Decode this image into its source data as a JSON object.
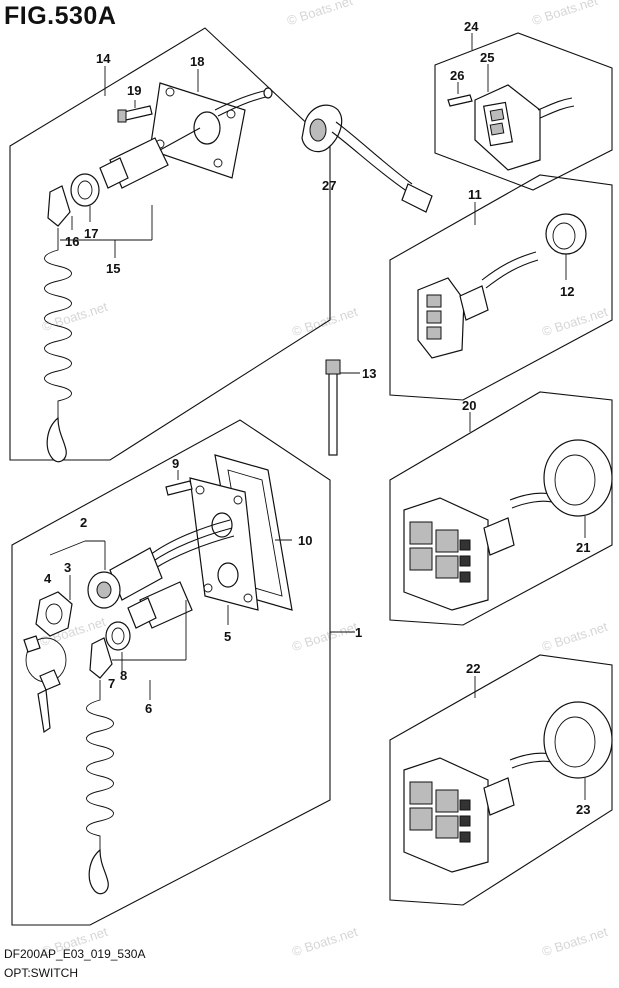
{
  "figure": {
    "title": "FIG.530A",
    "footer_code": "DF200AP_E03_019_530A",
    "footer_section": "OPT:SWITCH",
    "watermark": "© Boats.net"
  },
  "callouts": [
    {
      "id": "c1",
      "label": "1"
    },
    {
      "id": "c2",
      "label": "2"
    },
    {
      "id": "c3",
      "label": "3"
    },
    {
      "id": "c4",
      "label": "4"
    },
    {
      "id": "c5",
      "label": "5"
    },
    {
      "id": "c6",
      "label": "6"
    },
    {
      "id": "c7",
      "label": "7"
    },
    {
      "id": "c8",
      "label": "8"
    },
    {
      "id": "c9",
      "label": "9"
    },
    {
      "id": "c10",
      "label": "10"
    },
    {
      "id": "c11",
      "label": "11"
    },
    {
      "id": "c12",
      "label": "12"
    },
    {
      "id": "c13",
      "label": "13"
    },
    {
      "id": "c14",
      "label": "14"
    },
    {
      "id": "c15",
      "label": "15"
    },
    {
      "id": "c16",
      "label": "16"
    },
    {
      "id": "c17",
      "label": "17"
    },
    {
      "id": "c18",
      "label": "18"
    },
    {
      "id": "c19",
      "label": "19"
    },
    {
      "id": "c20",
      "label": "20"
    },
    {
      "id": "c21",
      "label": "21"
    },
    {
      "id": "c22",
      "label": "22"
    },
    {
      "id": "c23",
      "label": "23"
    },
    {
      "id": "c24",
      "label": "24"
    },
    {
      "id": "c25",
      "label": "25"
    },
    {
      "id": "c26",
      "label": "26"
    },
    {
      "id": "c27",
      "label": "27"
    }
  ]
}
